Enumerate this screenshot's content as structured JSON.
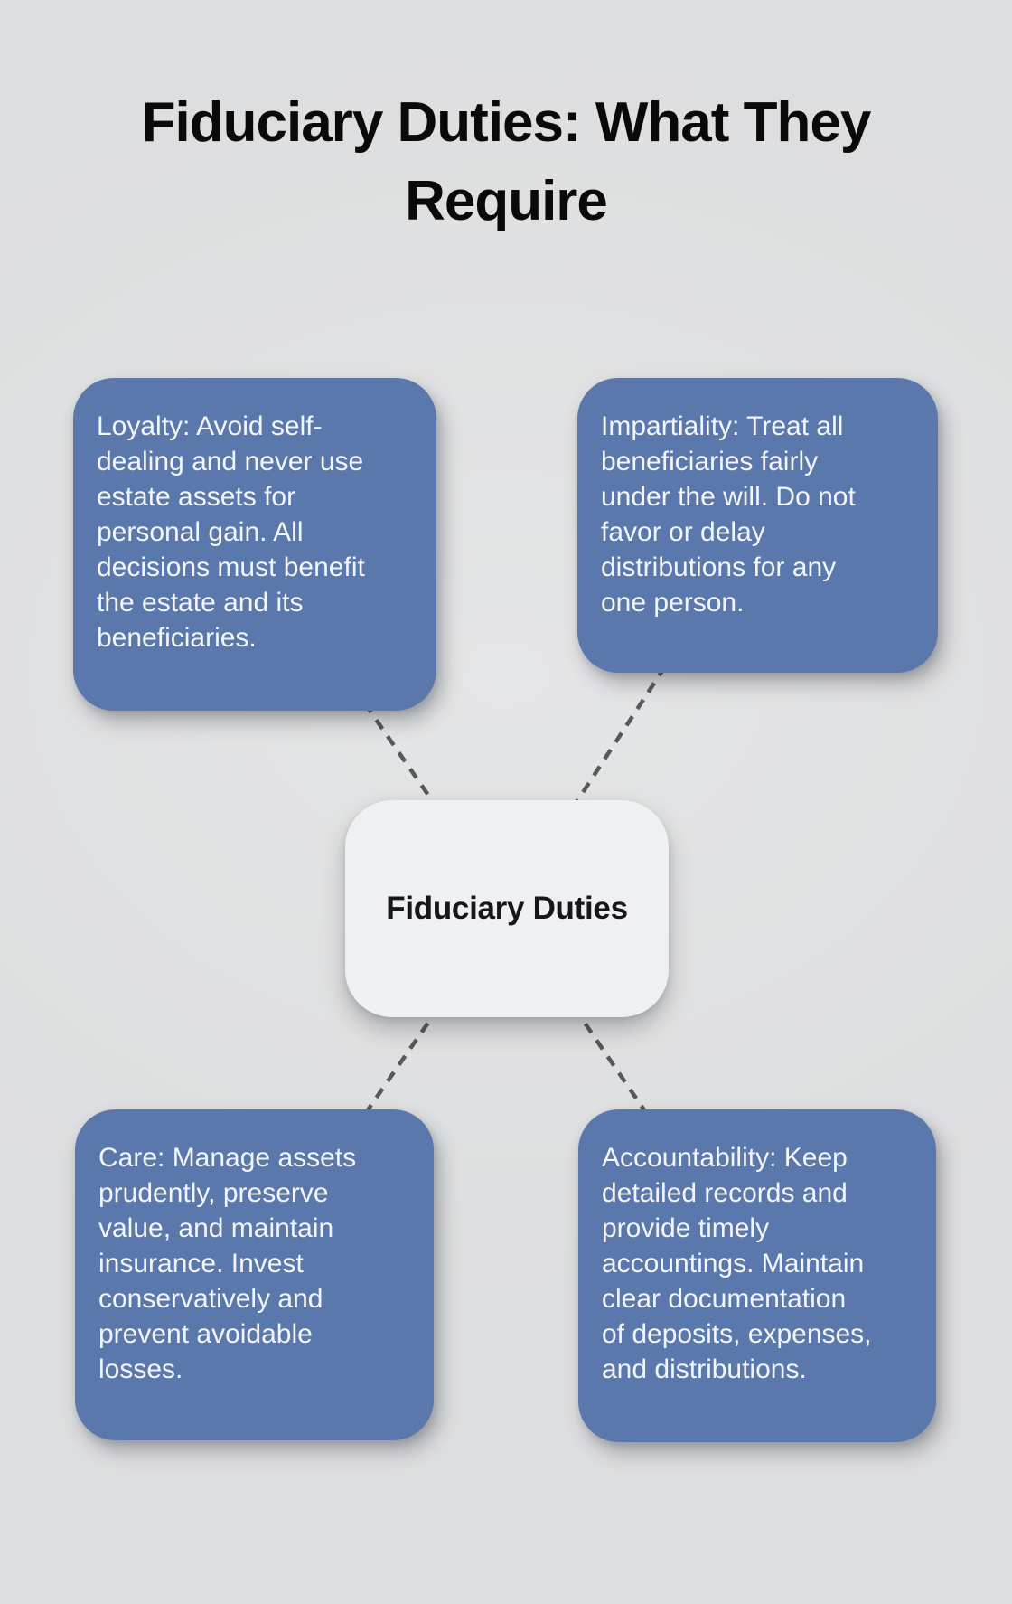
{
  "title": "Fiduciary Duties: What They\nRequire",
  "diagram": {
    "center_node": {
      "label": "Fiduciary Duties"
    },
    "nodes": [
      {
        "id": "loyalty",
        "text": "Loyalty: Avoid self-\ndealing and never use\nestate assets for\npersonal gain. All\ndecisions must benefit\nthe estate and its\nbeneficiaries."
      },
      {
        "id": "impartiality",
        "text": "Impartiality: Treat all\nbeneficiaries fairly\nunder the will. Do not\nfavor or delay\ndistributions for any\none person."
      },
      {
        "id": "care",
        "text": "Care: Manage assets\nprudently, preserve\nvalue, and maintain\ninsurance. Invest\nconservatively and\nprevent avoidable\nlosses."
      },
      {
        "id": "accountability",
        "text": "Accountability: Keep\ndetailed records and\nprovide timely\naccountings. Maintain\nclear documentation\nof deposits, expenses,\nand distributions."
      }
    ],
    "colors": {
      "background": "#e0e1e2",
      "node_fill": "#5a78ab",
      "node_text": "#f2f5f9",
      "center_fill": "#eff0f2",
      "center_text": "#17171b",
      "connector": "#57585a",
      "title_text": "#0a0a0a"
    }
  }
}
